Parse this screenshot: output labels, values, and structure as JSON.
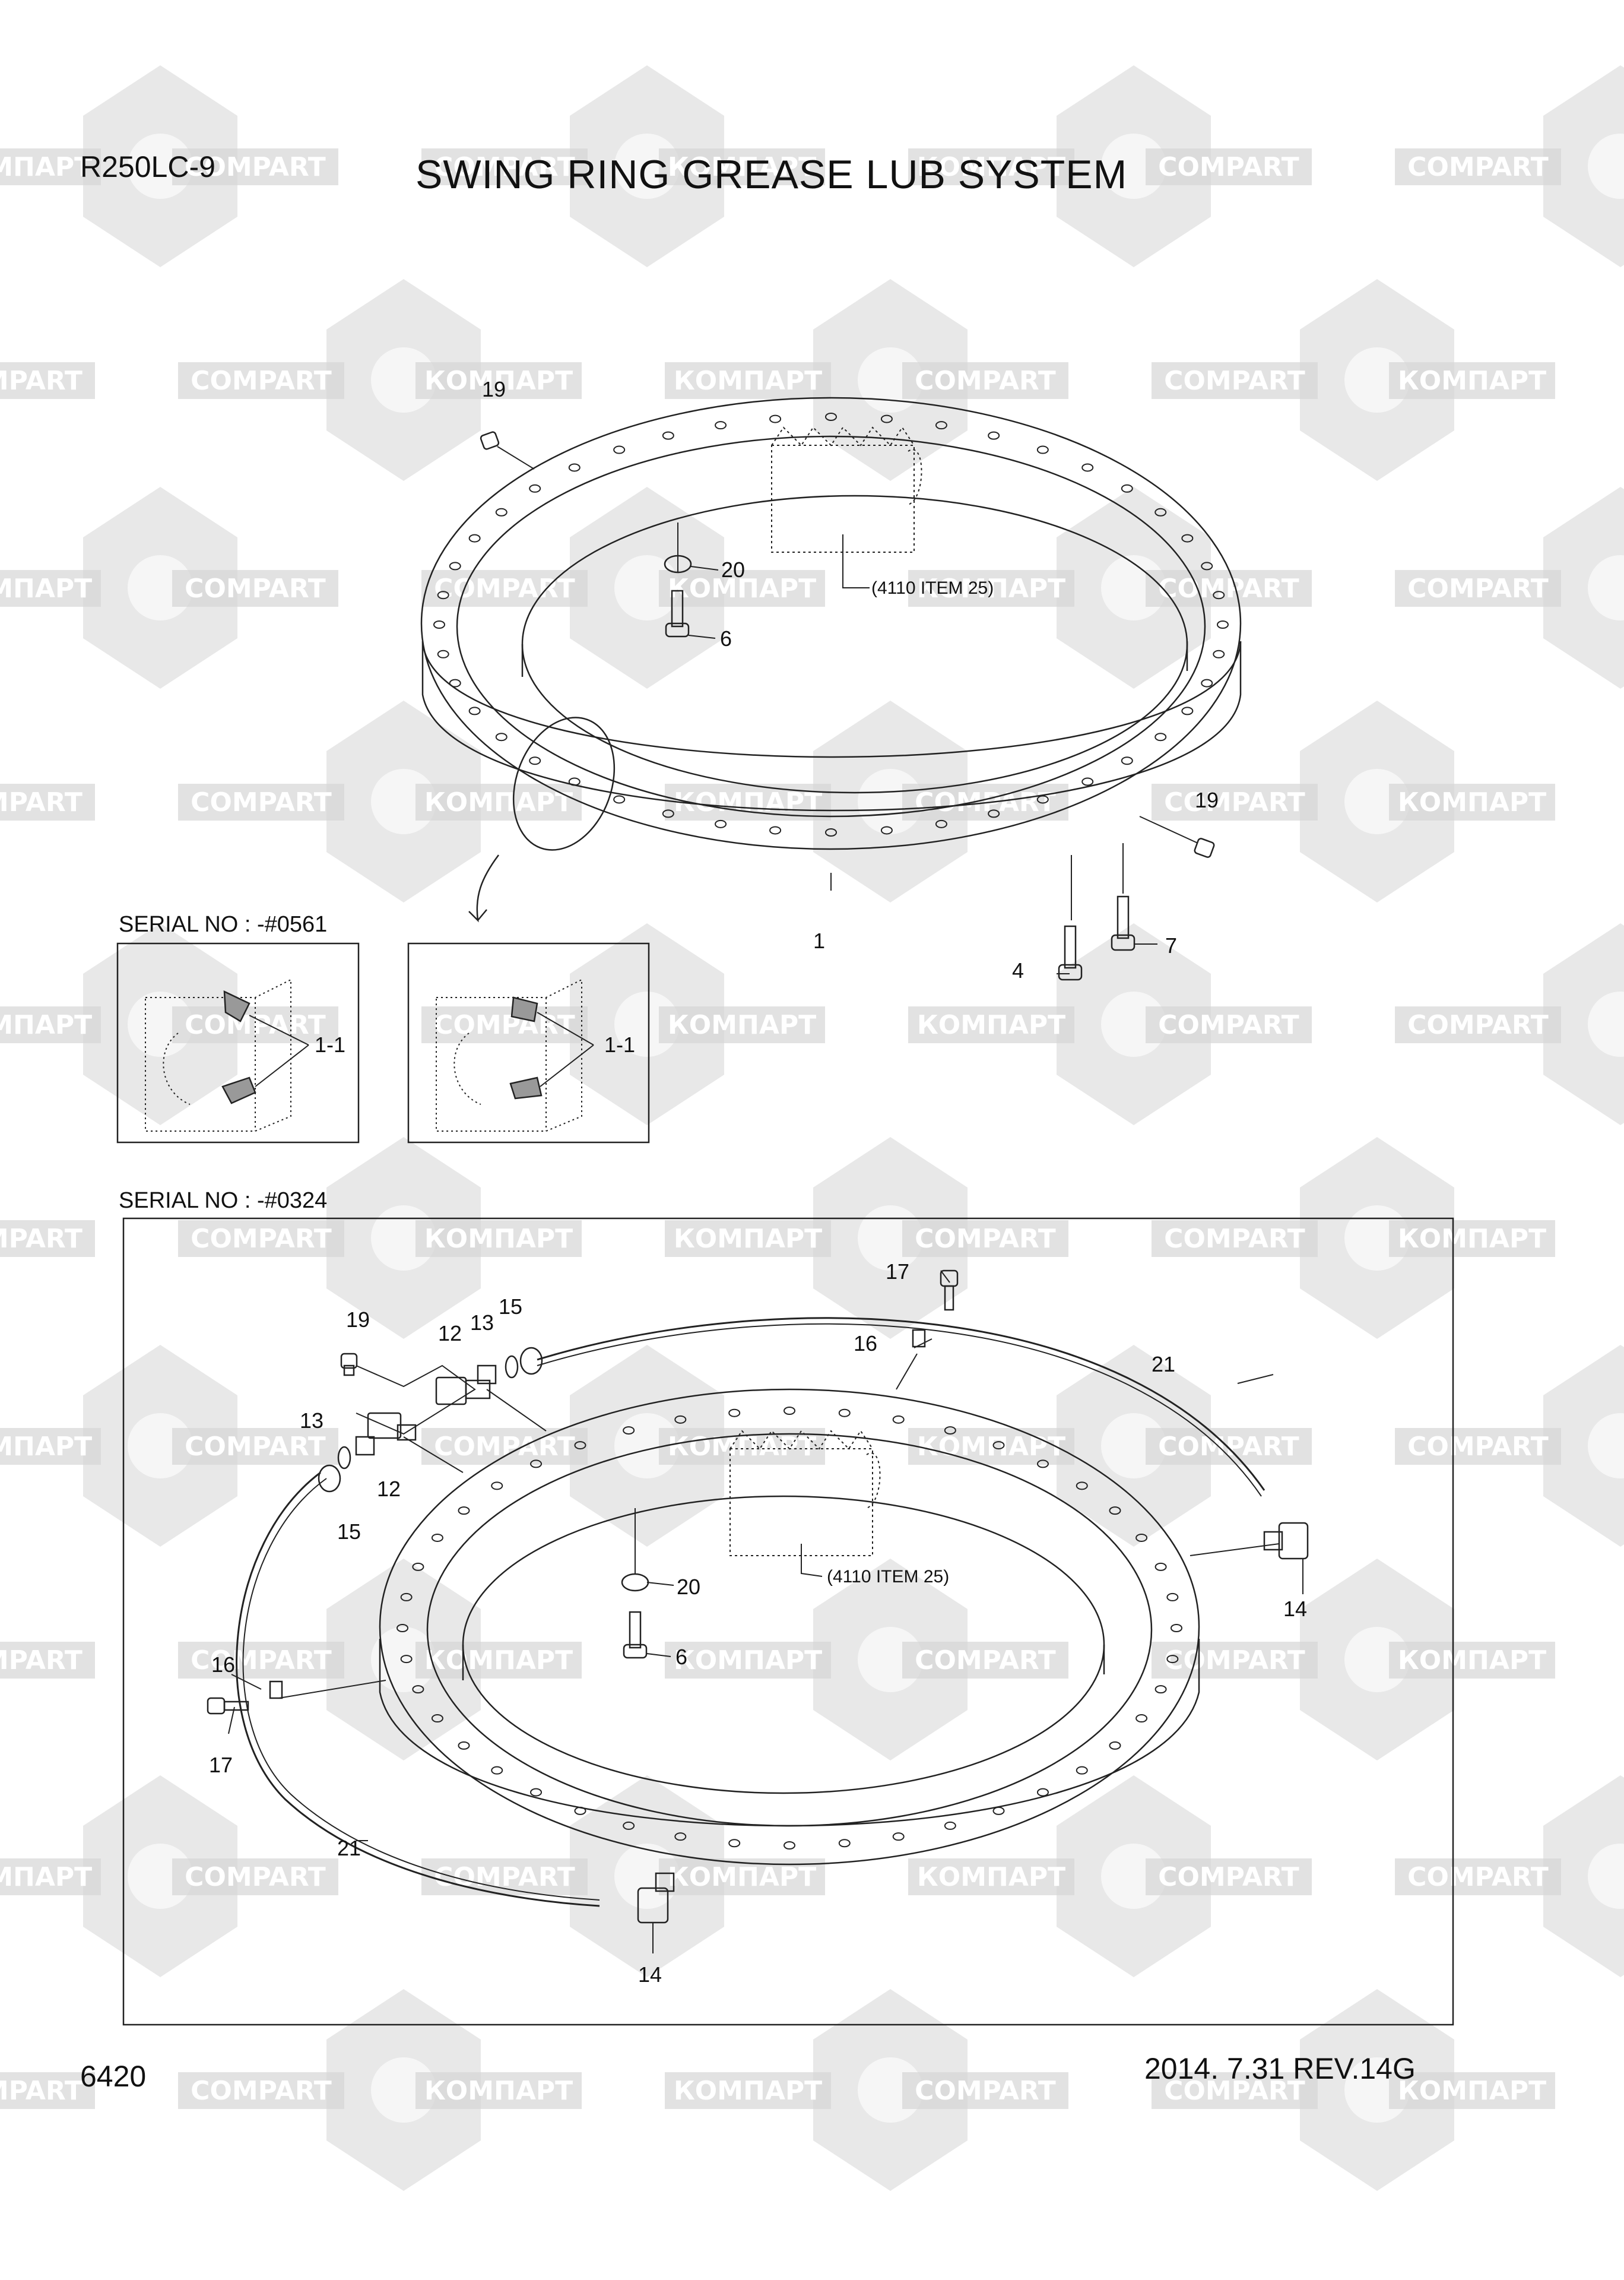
{
  "header": {
    "model": "R250LC-9",
    "title": "SWING RING GREASE LUB SYSTEM"
  },
  "footer": {
    "page_number": "6420",
    "revision": "2014. 7.31  REV.14G"
  },
  "watermark": {
    "text_latin": "COMPART",
    "text_cyrillic": "КОМПАРТ",
    "color": "#d6d6d6"
  },
  "upper_assembly": {
    "callouts": {
      "c19a": "19",
      "c20": "20",
      "c6": "6",
      "ref": "(4110 ITEM 25)",
      "c19b": "19",
      "c1": "1",
      "c7": "7",
      "c4": "4"
    }
  },
  "detail_views": {
    "serial_label": "SERIAL NO : -#0561",
    "left_callout": "1-1",
    "right_callout": "1-1"
  },
  "lower_assembly": {
    "serial_label": "SERIAL NO : -#0324",
    "callouts": {
      "c17a": "17",
      "c16a": "16",
      "c21a": "21",
      "c19": "19",
      "c12a": "12",
      "c13a": "13",
      "c15a": "15",
      "c13b": "13",
      "c12b": "12",
      "c15b": "15",
      "c20": "20",
      "ref": "(4110 ITEM 25)",
      "c6": "6",
      "c14a": "14",
      "c16b": "16",
      "c17b": "17",
      "c21b": "21",
      "c14b": "14"
    }
  }
}
